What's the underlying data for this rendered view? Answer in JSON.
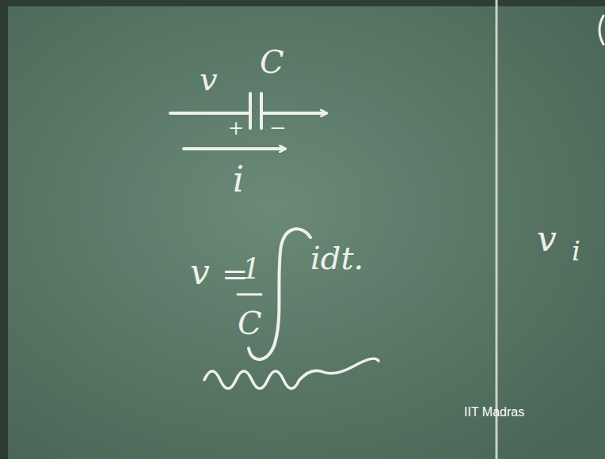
{
  "diagram": {
    "labels": [
      "v",
      "C",
      "+",
      "−",
      "i",
      "v",
      "=",
      "1",
      "C",
      "idt.",
      "v",
      "i",
      "IIT Madras"
    ]
  }
}
